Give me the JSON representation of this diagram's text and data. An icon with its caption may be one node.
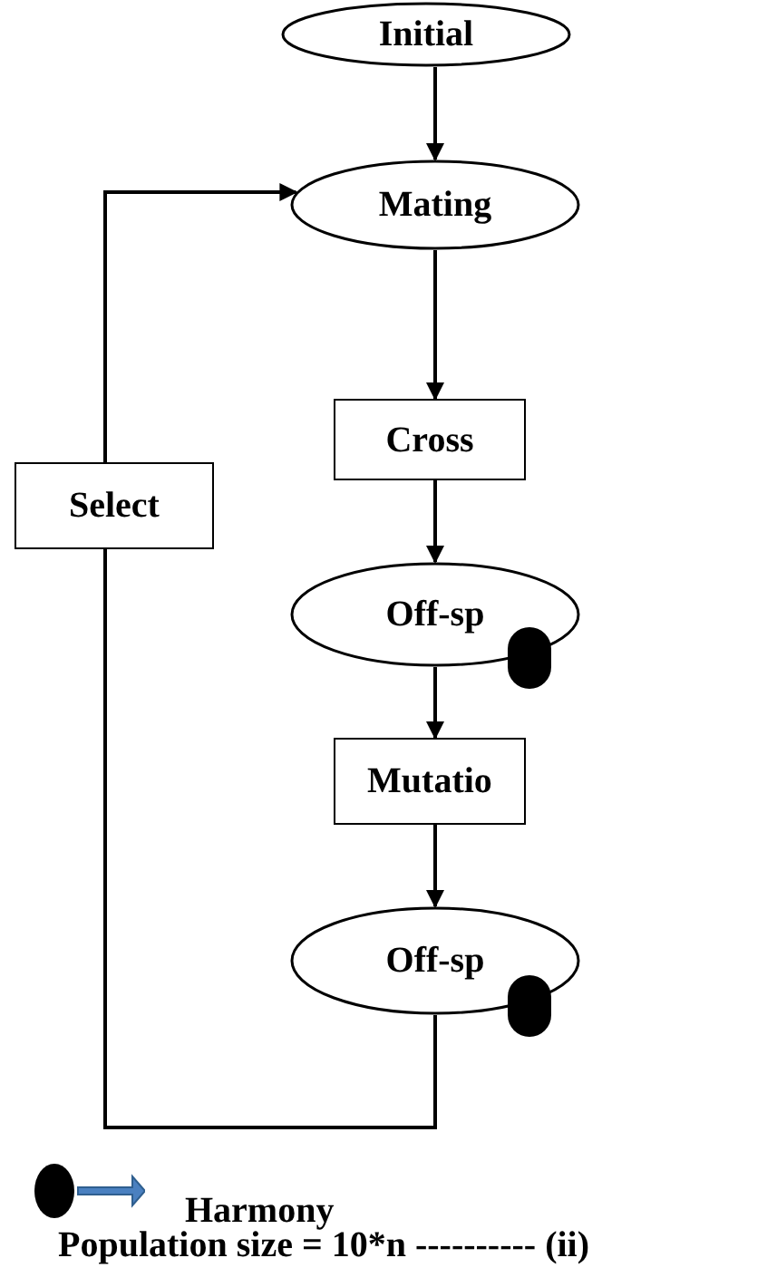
{
  "diagram": {
    "nodes": [
      {
        "text": [
          "Initial"
        ]
      },
      {
        "text": [
          "Mating"
        ]
      },
      {
        "text": [
          "Cross"
        ]
      },
      {
        "text": [
          "Off-sp"
        ]
      },
      {
        "text": [
          "Mutatio"
        ]
      },
      {
        "text": [
          "Off-sp"
        ]
      },
      {
        "text": [
          "Select"
        ]
      }
    ],
    "edges": [
      {
        "from": 0,
        "to": 1,
        "arrow": "to"
      },
      {
        "from": 1,
        "to": 2,
        "arrow": "to"
      },
      {
        "from": 2,
        "to": 3,
        "arrow": "to"
      },
      {
        "from": 3,
        "to": 4,
        "arrow": "to"
      },
      {
        "from": 4,
        "to": 5,
        "arrow": "to"
      },
      {
        "from": 5,
        "to": 6,
        "arrow": "none"
      },
      {
        "from": 6,
        "to": 1,
        "arrow": "to"
      }
    ],
    "labels": [
      "Population size = 10*n ---------- (ii)"
    ],
    "legend": [
      {
        "text": "Harmony"
      }
    ]
  }
}
